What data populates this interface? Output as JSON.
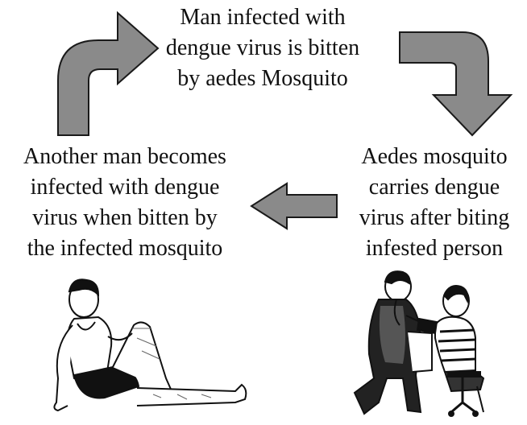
{
  "steps": {
    "top": [
      "Man infected with",
      "dengue virus is bitten",
      "by aedes Mosquito"
    ],
    "right": [
      "Aedes mosquito",
      "carries dengue",
      "virus after biting",
      "infested person"
    ],
    "left": [
      "Another man becomes",
      "infected with dengue",
      "virus when bitten by",
      "the infected mosquito"
    ]
  },
  "colors": {
    "arrow_fill": "#8a8a8a",
    "arrow_stroke": "#1a1a1a",
    "text": "#111111"
  },
  "icons": {
    "arrow_top_left": "curved-arrow-up-right",
    "arrow_top_right": "curved-arrow-right-down",
    "arrow_middle": "arrow-left",
    "illustration_left": "sick-man-sitting-illustration",
    "illustration_right": "doctor-examining-patient-illustration"
  }
}
